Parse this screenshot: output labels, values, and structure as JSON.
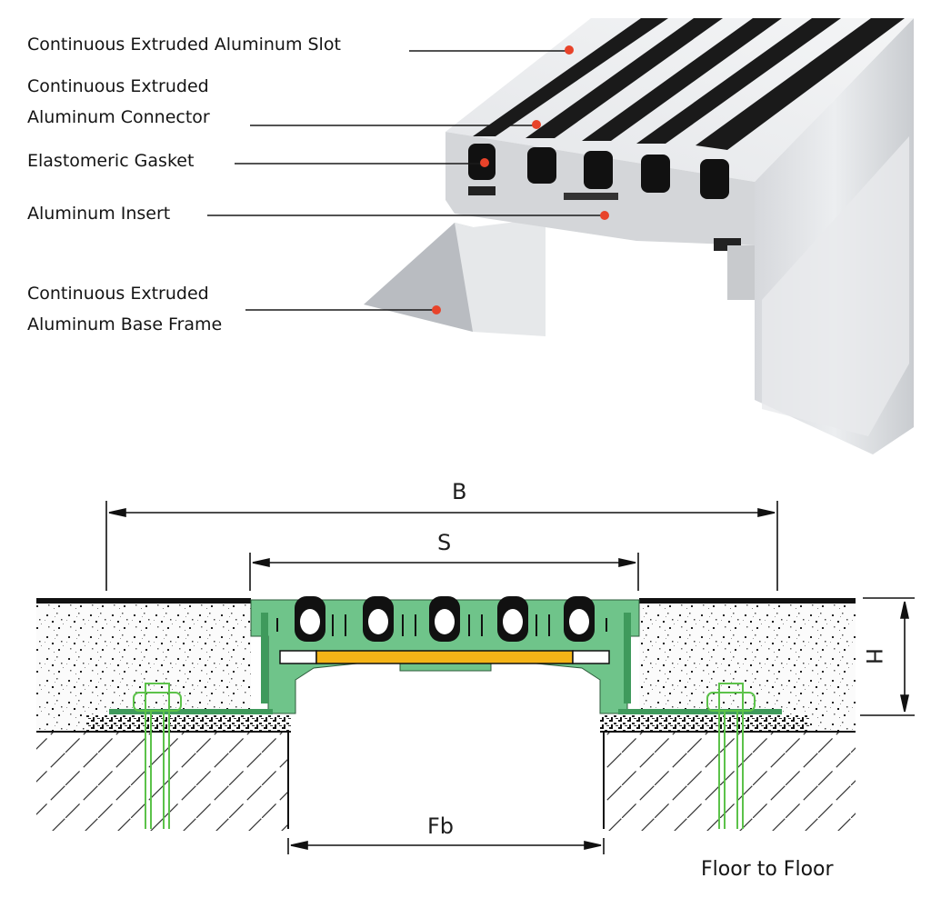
{
  "isometric_view": {
    "callouts": [
      {
        "id": "slot",
        "lines": [
          "Continuous Extruded Aluminum Slot"
        ]
      },
      {
        "id": "connector",
        "lines": [
          "Continuous Extruded",
          "Aluminum Connector"
        ]
      },
      {
        "id": "gasket",
        "lines": [
          "Elastomeric Gasket"
        ]
      },
      {
        "id": "insert",
        "lines": [
          "Aluminum Insert"
        ]
      },
      {
        "id": "base-frame",
        "lines": [
          "Continuous Extruded",
          "Aluminum Base Frame"
        ]
      }
    ],
    "callout_dot_color": "#e8432a",
    "gasket_count": 5
  },
  "section_view": {
    "dimensions": {
      "overall_width": "B",
      "slot_width": "S",
      "height": "H",
      "joint_gap": "Fb"
    },
    "caption": "Floor to Floor",
    "colors": {
      "frame_green": "#6fc48a",
      "frame_dark_green": "#3f9a5c",
      "insert_orange": "#f5b417",
      "anchor_green": "#5cc24a"
    },
    "gasket_count": 5
  }
}
